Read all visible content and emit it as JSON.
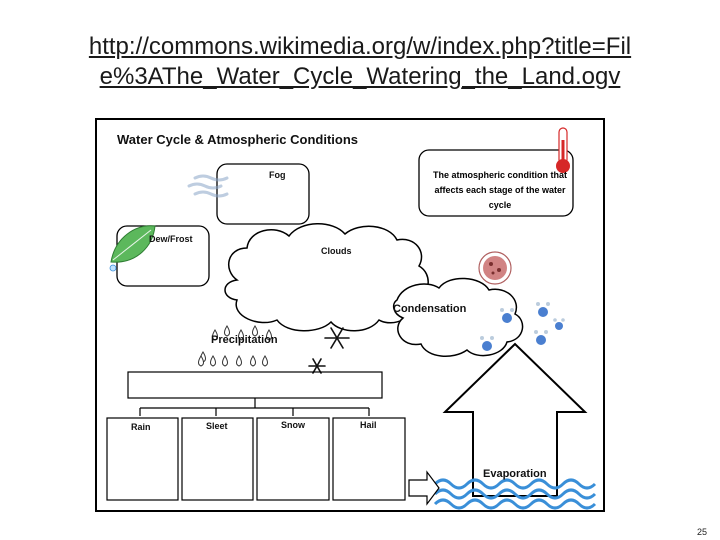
{
  "slide": {
    "title_line1": "http://commons.wikimedia.org/w/index.php?title=Fil",
    "title_line2": "e%3AThe_Water_Cycle_Watering_the_Land.ogv",
    "page_number": "25"
  },
  "worksheet": {
    "title": "Water Cycle & Atmospheric Conditions",
    "condition_box": "The atmospheric condition that affects each stage of the water cycle",
    "labels": {
      "fog": "Fog",
      "dew_frost": "Dew/Frost",
      "clouds": "Clouds",
      "condensation": "Condensation",
      "precipitation": "Precipitation",
      "evaporation": "Evaporation"
    },
    "precipitation_types": [
      "Rain",
      "Sleet",
      "Snow",
      "Hail"
    ]
  },
  "colors": {
    "water": "#3a8fd8",
    "thermometer": "#d62828",
    "leaf": "#5cb85c",
    "molecule": "#4a7fd0"
  }
}
